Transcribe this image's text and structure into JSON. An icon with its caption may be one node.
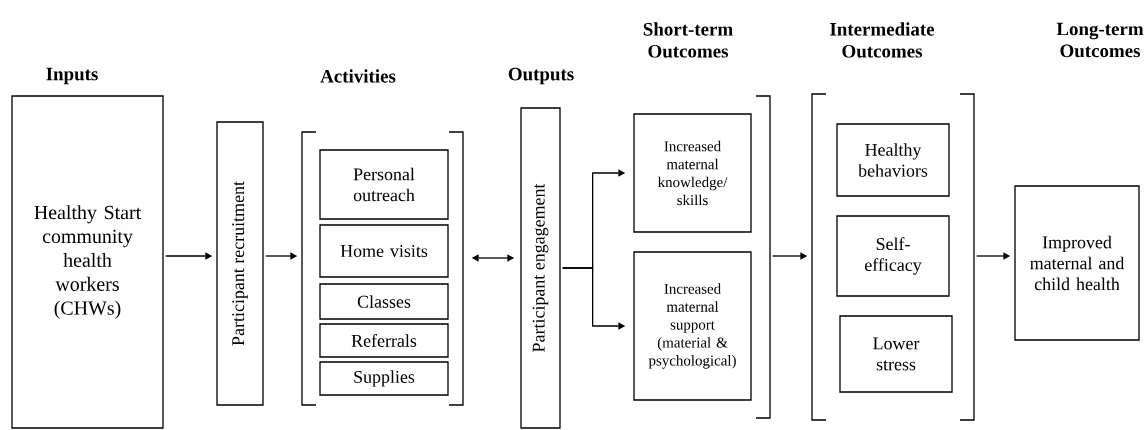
{
  "diagram": {
    "nodes": [
      {
        "text": [
          "Healthy Start community health workers (CHWs)"
        ]
      },
      {
        "text": [
          "Participant recruitment"
        ]
      },
      {
        "text": [],
        "shape": "bracket"
      },
      {
        "text": [
          "Personal outreach"
        ],
        "in": 2
      },
      {
        "text": [
          "Home visits"
        ],
        "in": 2
      },
      {
        "text": [
          "Classes"
        ],
        "in": 2
      },
      {
        "text": [
          "Referrals"
        ],
        "in": 2
      },
      {
        "text": [
          "Supplies"
        ],
        "in": 2
      },
      {
        "text": [
          "Participant engagement"
        ]
      },
      {
        "text": [],
        "shape": "bracket"
      },
      {
        "text": [
          "Increased maternal knowledge/ skills"
        ]
      },
      {
        "text": [
          "Increased maternal support (material & psychological)"
        ]
      },
      {
        "text": [],
        "shape": "bracket"
      },
      {
        "text": [
          "Healthy behaviors"
        ],
        "in": 12
      },
      {
        "text": [
          "Self-efficacy"
        ],
        "in": 12
      },
      {
        "text": [
          "Lower stress"
        ],
        "in": 12
      },
      {
        "text": [
          "Improved maternal and child health"
        ]
      }
    ],
    "edges": [
      {
        "from": 0,
        "to": 1,
        "arrow": "to"
      },
      {
        "from": 1,
        "to": 2,
        "arrow": "to"
      },
      {
        "from": 2,
        "to": 8,
        "arrow": "both"
      },
      {
        "from": 8,
        "to": 10,
        "arrow": "to"
      },
      {
        "from": 8,
        "to": 11,
        "arrow": "to"
      },
      {
        "from": 9,
        "to": 12,
        "arrow": "to"
      },
      {
        "from": 12,
        "to": 16,
        "arrow": "to"
      }
    ],
    "labels": [
      "Inputs",
      "Activities",
      "Outputs",
      "Short-term Outcomes",
      "Intermediate Outcomes",
      "Long-term Outcomes"
    ]
  }
}
